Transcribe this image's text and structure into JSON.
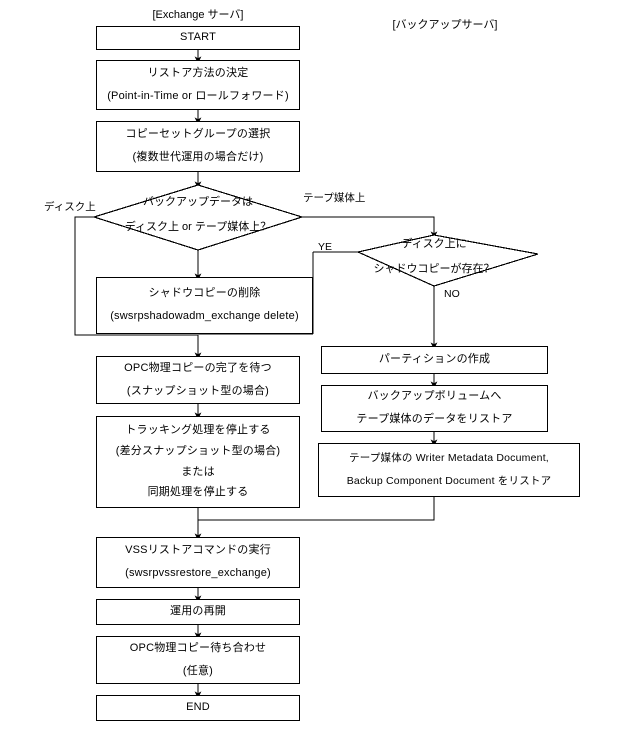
{
  "diagram": {
    "title_exchange_lane": "[Exchange サーバ]",
    "title_backup_lane": "[バックアップサーバ]"
  },
  "nodes": {
    "start": {
      "lines": [
        "START"
      ]
    },
    "restore_method": {
      "lines": [
        "リストア方法の決定",
        "(Point-in-Time or ロールフォワード)"
      ]
    },
    "copyset_group": {
      "lines": [
        "コピーセットグループの選択",
        "(複数世代運用の場合だけ)"
      ]
    },
    "shadow_delete": {
      "lines": [
        "シャドウコピーの削除",
        "(swsrpshadowadm_exchange delete)"
      ]
    },
    "opc_wait": {
      "lines": [
        "OPC物理コピーの完了を待つ",
        "(スナップショット型の場合)"
      ]
    },
    "tracking_stop": {
      "lines": [
        "トラッキング処理を停止する",
        "(差分スナップショット型の場合)",
        "または",
        "同期処理を停止する"
      ]
    },
    "vss_restore": {
      "lines": [
        "VSSリストアコマンドの実行",
        "(swsrpvssrestore_exchange)"
      ]
    },
    "resume_ops": {
      "lines": [
        "運用の再開"
      ]
    },
    "opc_sync_wait": {
      "lines": [
        "OPC物理コピー待ち合わせ",
        "(任意)"
      ]
    },
    "end": {
      "lines": [
        "END"
      ]
    },
    "create_partition": {
      "lines": [
        "パーティションの作成"
      ]
    },
    "restore_to_backup_vol": {
      "lines": [
        "バックアップボリュームへ",
        "テープ媒体のデータをリストア"
      ]
    },
    "restore_documents": {
      "lines": [
        "テープ媒体の Writer Metadata Document,",
        "Backup Component Document をリストア"
      ]
    }
  },
  "decisions": {
    "backup_data_location": {
      "lines": [
        "バックアップデータは",
        "ディスク上 or テープ媒体上？"
      ]
    },
    "shadow_copy_exists": {
      "lines": [
        "ディスク上に",
        "シャドウコピーが存在？"
      ]
    }
  },
  "edge_labels": {
    "disk": "ディスク上",
    "tape": "テープ媒体上",
    "yes": "YE",
    "no": "NO"
  },
  "colors": {
    "line": "#000000",
    "background": "#ffffff",
    "text": "#000000"
  }
}
